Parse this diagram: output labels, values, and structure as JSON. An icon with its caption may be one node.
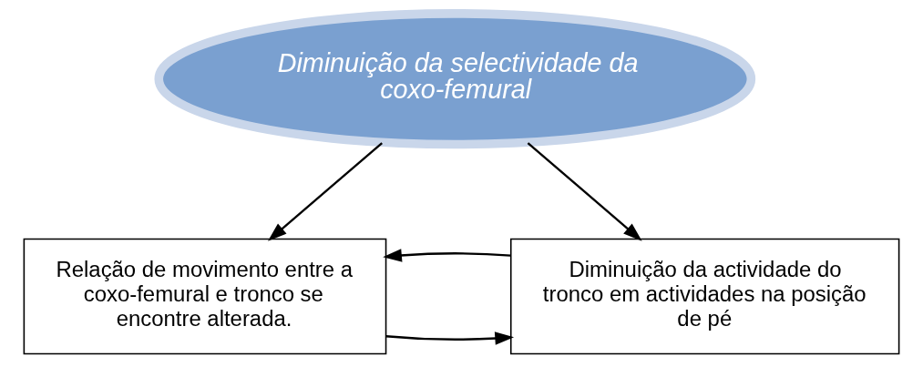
{
  "diagram": {
    "nodes": [
      {
        "text": [
          "Diminuição da selectividade da coxo-femural"
        ]
      },
      {
        "text": [
          "Relação de movimento entre a coxo-femural e tronco se encontre alterada."
        ]
      },
      {
        "text": [
          "Diminuição da actividade do tronco em actividades na posição de pé"
        ]
      }
    ],
    "edges": [
      {
        "from": 0,
        "to": 1,
        "arrow": "to"
      },
      {
        "from": 0,
        "to": 2,
        "arrow": "to"
      },
      {
        "from": 1,
        "to": 2,
        "arrow": "to"
      },
      {
        "from": 2,
        "to": 1,
        "arrow": "to"
      }
    ]
  }
}
